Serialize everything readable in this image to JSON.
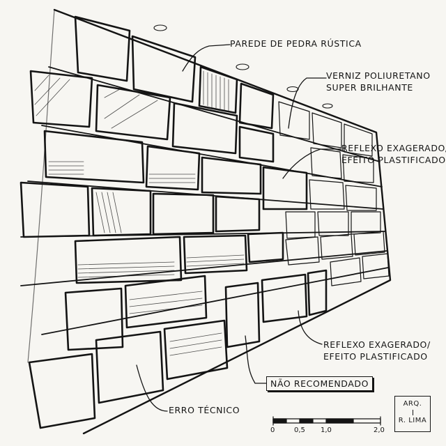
{
  "labels": {
    "stone_wall": "PAREDE DE PEDRA RÚSTICA",
    "varnish_line1": "VERNIZ POLIURETANO",
    "varnish_line2": "SUPER BRILHANTE",
    "reflex_top_line1": "REFLEXO EXAGERADO/",
    "reflex_top_line2": "EFEITO PLASTIFICADO",
    "reflex_bottom_line1": "REFLEXO EXAGERADO/",
    "reflex_bottom_line2": "EFEITO PLASTIFICADO",
    "not_recommended": "NÃO RECOMENDADO",
    "technical_error": "ERRO TÉCNICO"
  },
  "stamp": {
    "line1": "ARQ.",
    "line2": "R. LIMA"
  },
  "scale_bar": {
    "ticks": [
      "0",
      "0,5",
      "1,0",
      "2,0"
    ]
  },
  "colors": {
    "ink": "#141414",
    "paper": "#f7f6f2"
  }
}
